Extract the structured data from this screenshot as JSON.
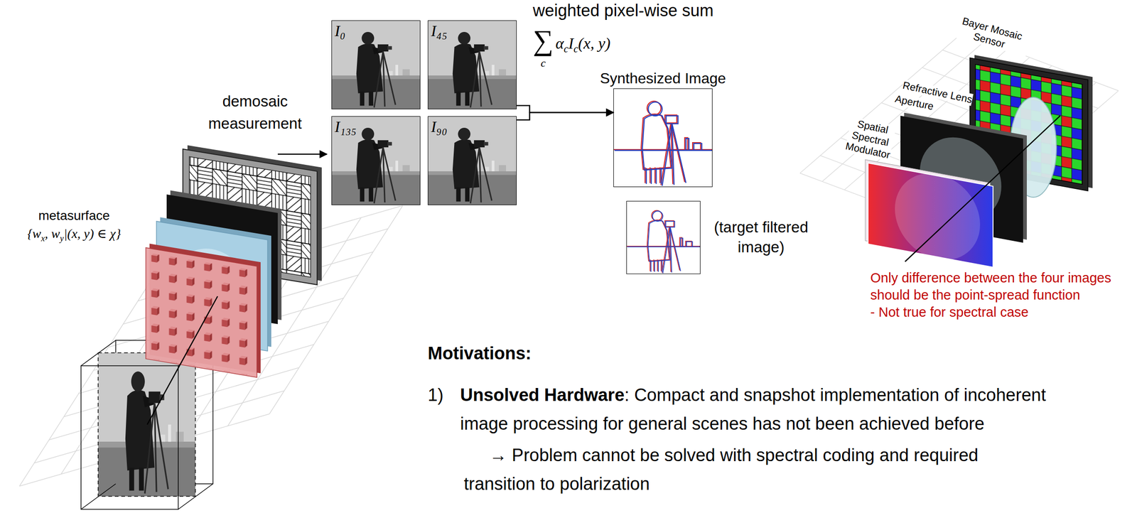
{
  "diagram": {
    "nodes": [
      {
        "text": [
          "I₀"
        ]
      },
      {
        "text": [
          "I₄₅"
        ]
      },
      {
        "text": [
          "I₁₃₅"
        ]
      },
      {
        "text": [
          "I₉₀"
        ]
      },
      {
        "text": [
          "Synthesized Image"
        ]
      },
      {
        "text": [
          "(target filtered image)"
        ]
      }
    ],
    "edges": [
      {
        "from": 1,
        "to": 4,
        "arrow": "to"
      },
      {
        "from": 3,
        "to": 4,
        "arrow": "to"
      }
    ],
    "labels": [
      "metasurface",
      "{w",
      "x",
      ", w",
      "y",
      "|(x, y) ∈ χ}",
      "demosaic measurement",
      "weighted pixel-wise sum",
      "∑",
      "c",
      "α",
      "c",
      "I",
      "c",
      "(x, y)",
      "Bayer Mosaic Sensor",
      "Refractive Lens",
      "Aperture",
      "Spatial Spectral Modulator",
      "Only difference between the four images should be the point-spread function",
      "- Not true for spectral case",
      "Motivations:",
      "1)",
      "Unsolved Hardware",
      ": Compact and snapshot implementation of incoherent image processing for general scenes has not been achieved before",
      "→ Problem cannot be solved with spectral coding and required transition to polarization"
    ]
  }
}
